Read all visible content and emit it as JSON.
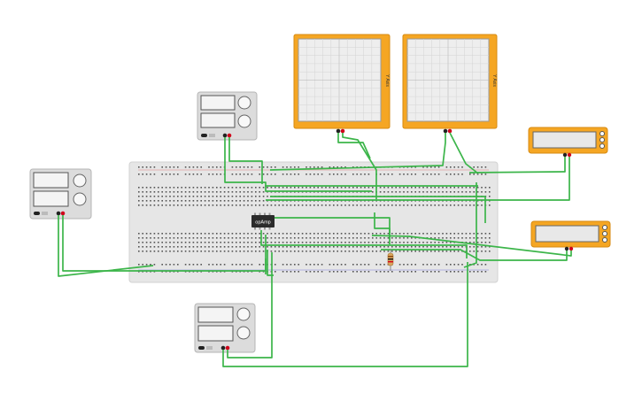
{
  "circuit": {
    "ic_label": "opAmp",
    "oscilloscope_axis_label": "Y Axis",
    "colors": {
      "wire": "#3cb54a",
      "breadboard": "#e6e6e6",
      "instrument_orange": "#f5a623",
      "supply_body": "#dcdcdc",
      "ic_body": "#2b2b2b",
      "terminal_red": "#d0021b",
      "terminal_black": "#222222"
    },
    "components": [
      {
        "id": "power-supply-1",
        "icon": "power-supply-icon"
      },
      {
        "id": "power-supply-2",
        "icon": "power-supply-icon"
      },
      {
        "id": "power-supply-3",
        "icon": "power-supply-icon"
      },
      {
        "id": "oscilloscope-1",
        "icon": "oscilloscope-icon"
      },
      {
        "id": "oscilloscope-2",
        "icon": "oscilloscope-icon"
      },
      {
        "id": "multimeter-1",
        "icon": "multimeter-icon"
      },
      {
        "id": "multimeter-2",
        "icon": "multimeter-icon"
      },
      {
        "id": "op-amp-ic",
        "icon": "ic-chip-icon"
      },
      {
        "id": "resistor",
        "icon": "resistor-icon"
      },
      {
        "id": "breadboard",
        "icon": "breadboard-icon"
      }
    ]
  }
}
